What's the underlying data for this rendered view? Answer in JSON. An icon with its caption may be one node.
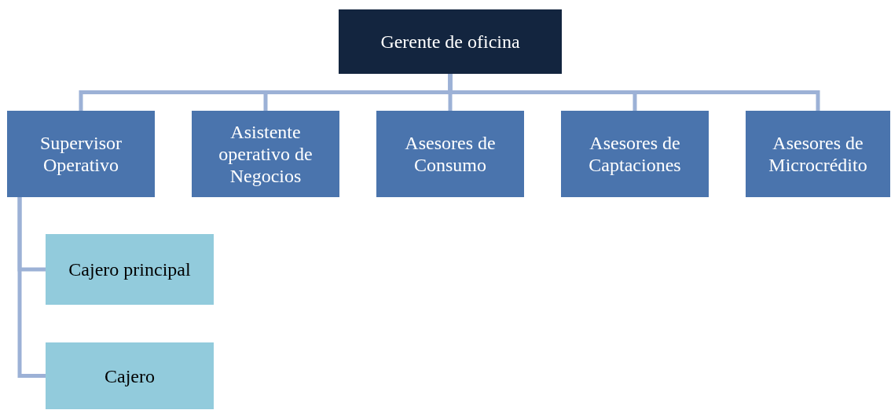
{
  "diagram": {
    "nodes": [
      {
        "text": [
          "Gerente de oficina"
        ]
      },
      {
        "text": [
          "Supervisor Operativo"
        ]
      },
      {
        "text": [
          "Asistente operativo de Negocios"
        ]
      },
      {
        "text": [
          "Asesores de Consumo"
        ]
      },
      {
        "text": [
          "Asesores de Captaciones"
        ]
      },
      {
        "text": [
          "Asesores de Microcrédito"
        ]
      },
      {
        "text": [
          "Cajero principal"
        ]
      },
      {
        "text": [
          "Cajero"
        ]
      }
    ],
    "edges": [
      {
        "from": 0,
        "to": 1,
        "arrow": "none"
      },
      {
        "from": 0,
        "to": 2,
        "arrow": "none"
      },
      {
        "from": 0,
        "to": 3,
        "arrow": "none"
      },
      {
        "from": 0,
        "to": 4,
        "arrow": "none"
      },
      {
        "from": 0,
        "to": 5,
        "arrow": "none"
      },
      {
        "from": 1,
        "to": 6,
        "arrow": "none"
      },
      {
        "from": 1,
        "to": 7,
        "arrow": "none"
      }
    ]
  }
}
